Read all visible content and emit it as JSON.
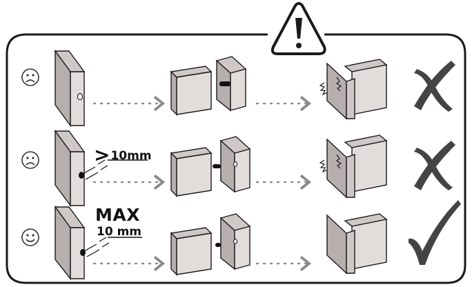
{
  "warning": {
    "icon": "warning-triangle-icon"
  },
  "rows": [
    {
      "face": "sad-face-icon",
      "label_main": "",
      "label_sub": "",
      "result": "cross-mark-icon"
    },
    {
      "face": "sad-face-icon",
      "label_prefix": ">",
      "label_main": "10mm",
      "result": "cross-mark-icon"
    },
    {
      "face": "smile-face-icon",
      "label_main": "MAX",
      "label_sub": "10 mm",
      "result": "check-mark-icon"
    }
  ],
  "colors": {
    "panel_face": "#e2dcdb",
    "panel_side": "#b7afae",
    "panel_top": "#cfc8c7",
    "stroke": "#1a1a1a",
    "mark": "#444444",
    "dots": "#8a8a8a"
  }
}
